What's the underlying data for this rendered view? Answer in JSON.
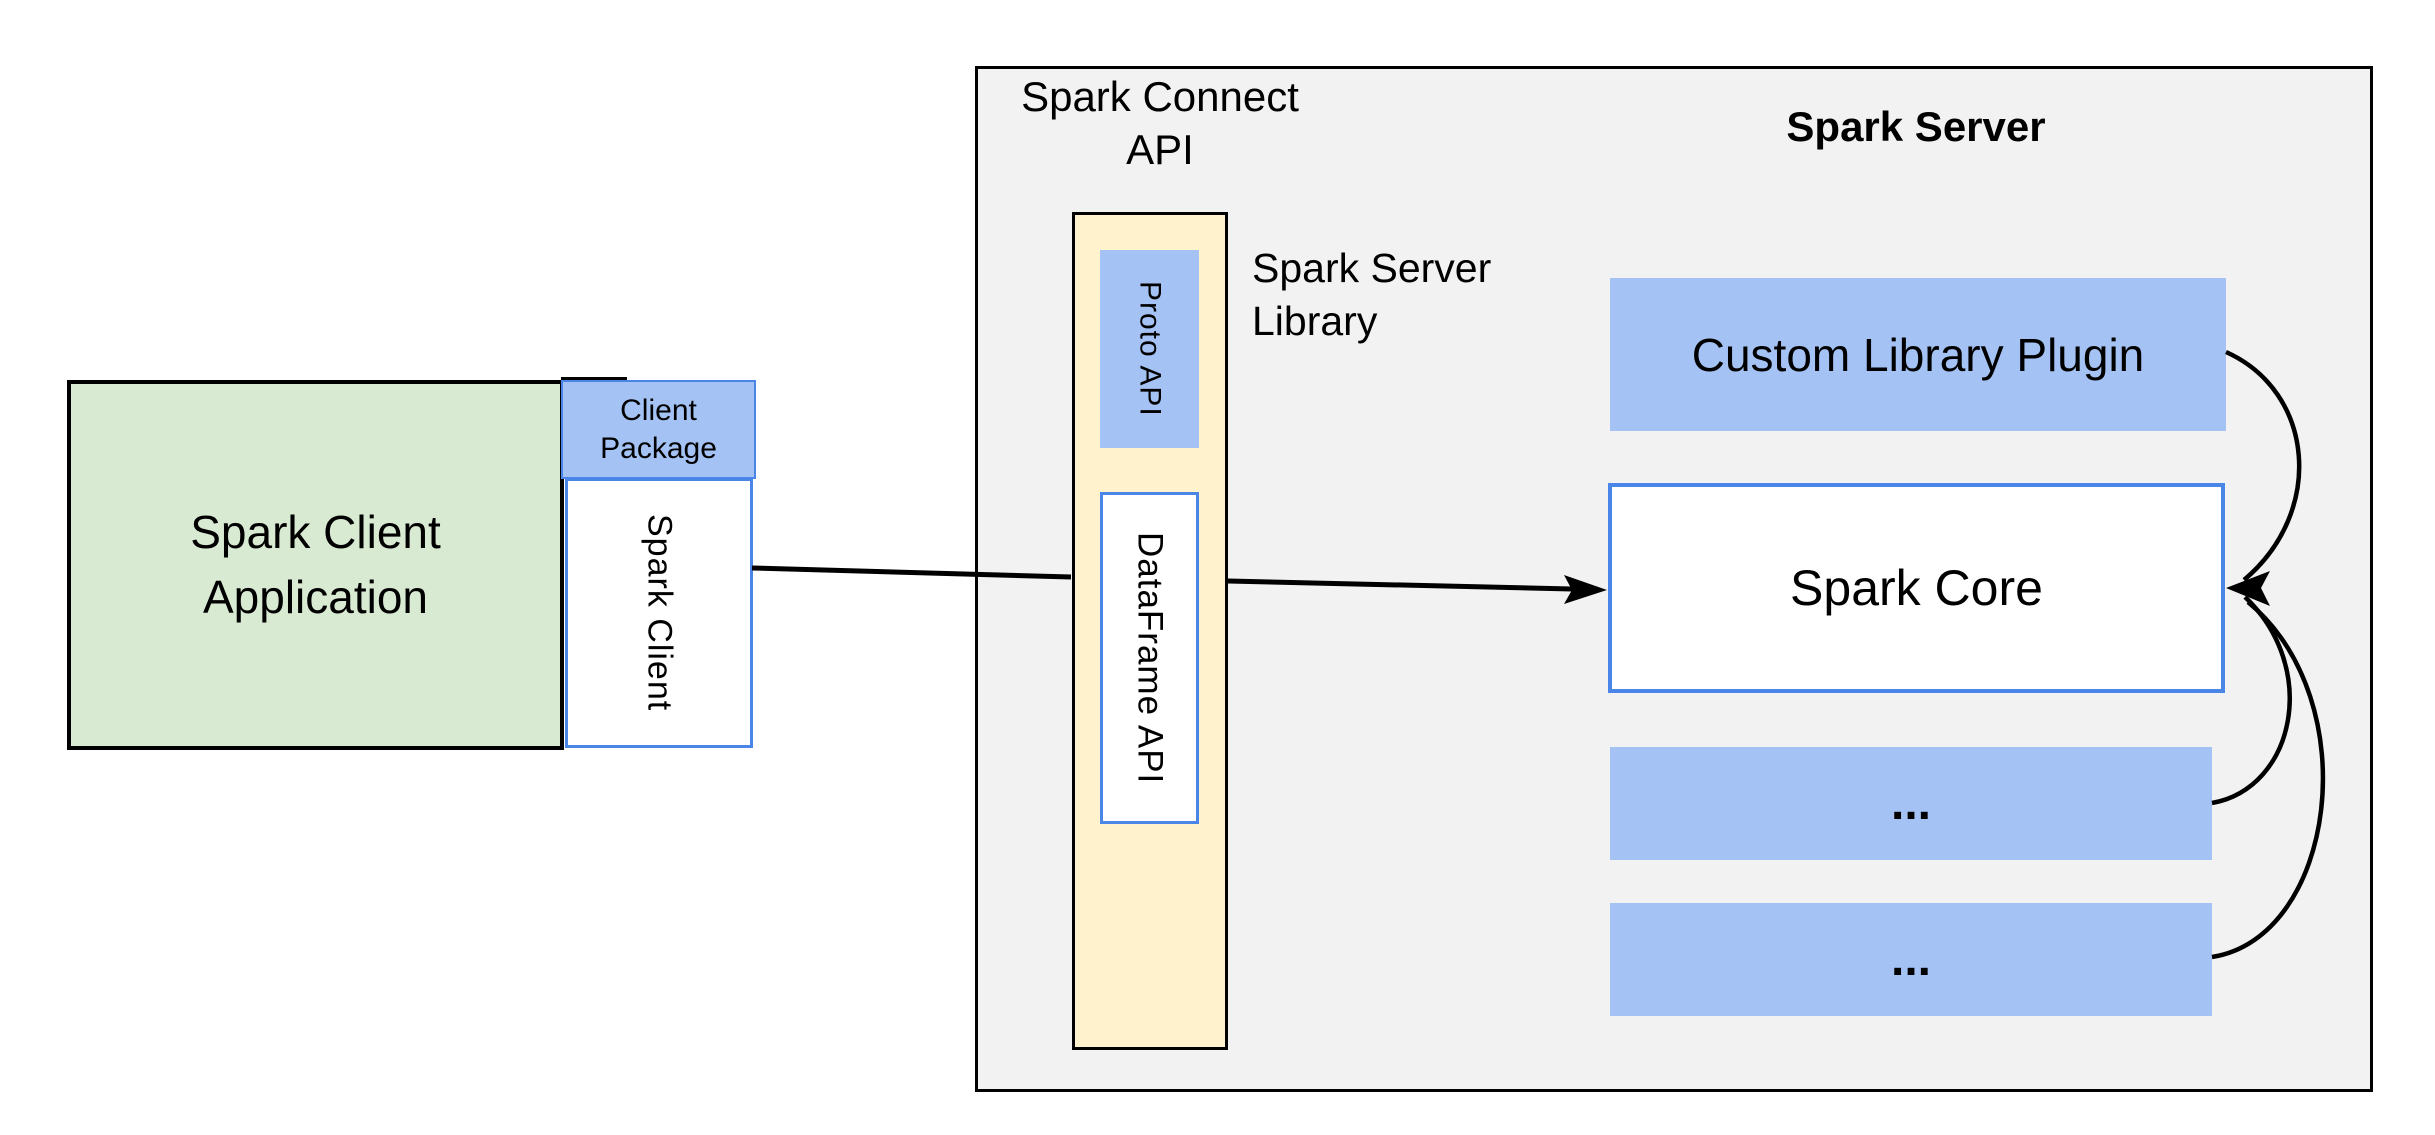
{
  "colors": {
    "background": "#ffffff",
    "panel_fill": "#f2f2f2",
    "green_fill": "#d9ead3",
    "blue_fill": "#a4c2f4",
    "yellow_fill": "#fff2cc",
    "blue_border": "#4a86e8",
    "black_border": "#000000",
    "text": "#000000"
  },
  "client": {
    "application_label": "Spark Client\nApplication",
    "package_label": "Client\nPackage",
    "client_label": "Spark Client"
  },
  "connect": {
    "api_label": "Spark Connect\nAPI",
    "library_label": "Spark Server\nLibrary",
    "proto_label": "Proto API",
    "dataframe_label": "DataFrame API"
  },
  "server": {
    "title": "Spark Server",
    "plugin_label": "Custom Library Plugin",
    "core_label": "Spark Core",
    "more_top_label": "...",
    "more_bottom_label": "..."
  }
}
